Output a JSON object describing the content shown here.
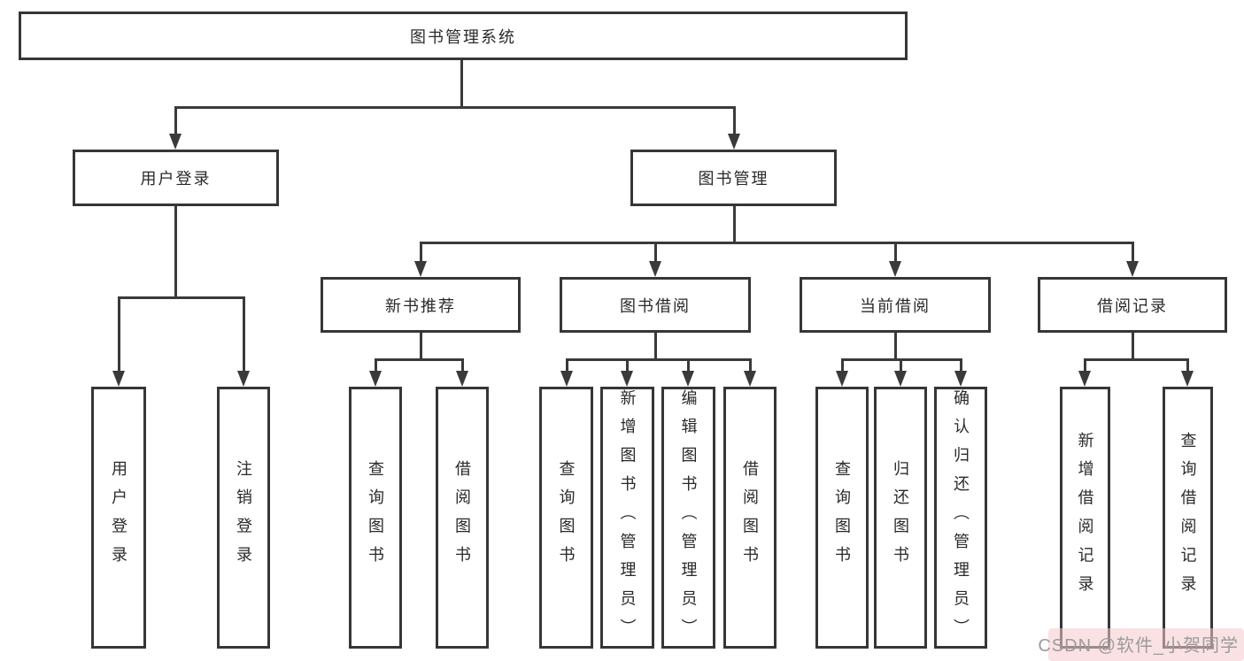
{
  "nodes": {
    "root": "图书管理系统",
    "user_login": "用户登录",
    "book_management": "图书管理",
    "new_book_recommend": "新书推荐",
    "book_borrow": "图书借阅",
    "current_borrow": "当前借阅",
    "borrow_records": "借阅记录",
    "leaf_user_login": "用户登录",
    "leaf_logout": "注销登录",
    "leaf_rec_query_books": "查询图书",
    "leaf_rec_borrow_books": "借阅图书",
    "leaf_bor_query_books": "查询图书",
    "leaf_bor_add_books": "新增图书（管理员）",
    "leaf_bor_edit_books": "编辑图书（管理员）",
    "leaf_bor_borrow_books": "借阅图书",
    "leaf_cur_query_books": "查询图书",
    "leaf_cur_return_books": "归还图书",
    "leaf_cur_confirm_return": "确认归还（管理员）",
    "leaf_records_add": "新增借阅记录",
    "leaf_records_query": "查询借阅记录"
  },
  "watermark": {
    "text": "CSDN @软件_小贺同学",
    "text_color": "#9b9b9b",
    "highlight_color": "rgba(246,201,206,0.55)"
  },
  "colors": {
    "line": "#3a3a3a",
    "box_border": "#363636",
    "box_fill": "#ffffff",
    "text": "#2a2a2a",
    "background": "#ffffff"
  }
}
